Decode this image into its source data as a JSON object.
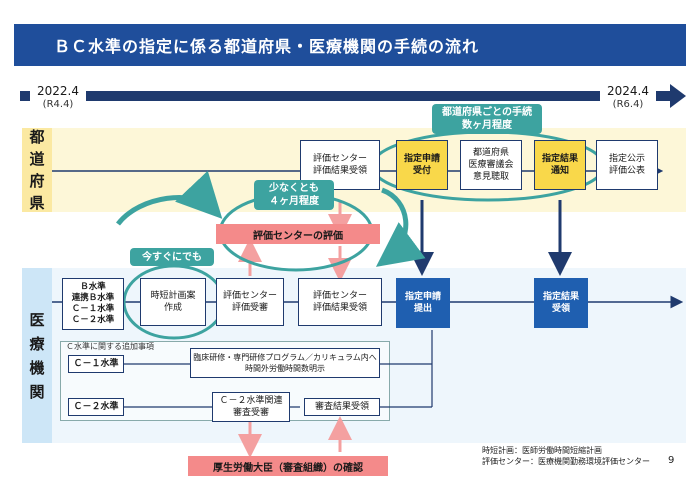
{
  "title": "ＢＣ水準の指定に係る都道府県・医療機関の手続の流れ",
  "timeline": {
    "start_date": "2022.4",
    "start_era": "(R4.4)",
    "end_date": "2024.4",
    "end_era": "(R6.4)"
  },
  "lanes": {
    "prefecture": [
      "都",
      "道",
      "府",
      "県"
    ],
    "medical": [
      "医",
      "療",
      "機",
      "関"
    ]
  },
  "pref_boxes": {
    "center_result_receive": "評価センター\n評価結果受領",
    "designation_apply_accept": "指定申請\n受付",
    "council_hearing": "都道府県\n医療審議会\n意見聴取",
    "designation_result_notice": "指定結果\n通知",
    "designation_publish": "指定公示\n評価公表"
  },
  "callouts": {
    "pref_process": "都道府県ごとの手続\n数ヶ月程度",
    "min_four_months": "少なくとも\n４ヶ月程度",
    "immediately": "今すぐにでも",
    "center_evaluation": "評価センターの評価",
    "mhlw_confirm": "厚生労働大臣（審査組織）の確認"
  },
  "med_boxes": {
    "levels": "Ｂ水準\n連携Ｂ水準\nＣ－１水準\nＣ－２水準",
    "plan_create": "時短計画案\n作成",
    "center_eval_receive": "評価センター\n評価受審",
    "center_result_receive": "評価センター\n評価結果受領",
    "designation_apply_submit": "指定申請\n提出",
    "designation_result_receive": "指定結果\n受領"
  },
  "c_level_extra": {
    "label": "Ｃ水準に関する追加事項",
    "c1_label": "Ｃ－１水準",
    "c1_item": "臨床研修・専門研修プログラム／カリキュラム内へ\n時間外労働時間数明示",
    "c2_label": "Ｃ－２水準",
    "c2_review": "Ｃ－２水準関連\n審査受審",
    "c2_result": "審査結果受領"
  },
  "legend": {
    "line1": "時短計画：医師労働時間短縮計画",
    "line2": "評価センター：医療機関勤務環境評価センター"
  },
  "page_number": "9",
  "colors": {
    "title_bg": "#1f4e9b",
    "highlight_yellow": "#f9d84a",
    "action_blue": "#1f5fb0",
    "callout_green": "#3da3a0",
    "callout_pink": "#f48a8a"
  }
}
